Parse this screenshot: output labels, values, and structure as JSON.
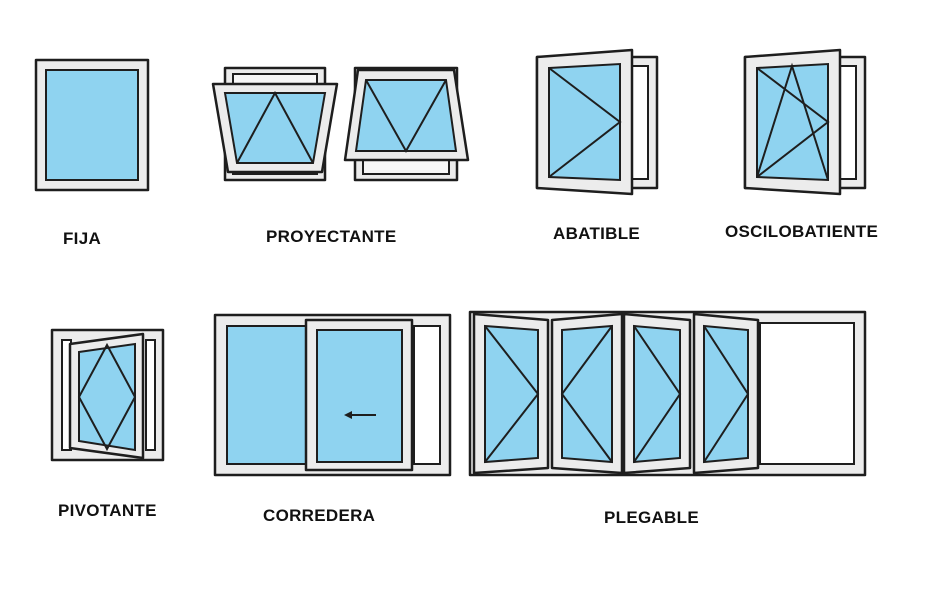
{
  "labels": {
    "fija": "FIJA",
    "proyectante": "PROYECTANTE",
    "abatible": "ABATIBLE",
    "oscilobatiente": "OSCILOBATIENTE",
    "pivotante": "PIVOTANTE",
    "corredera": "CORREDERA",
    "plegable": "PLEGABLE"
  },
  "colors": {
    "glass": "#8fd3f0",
    "frame": "#ececec",
    "outline": "#1e1e1e"
  }
}
